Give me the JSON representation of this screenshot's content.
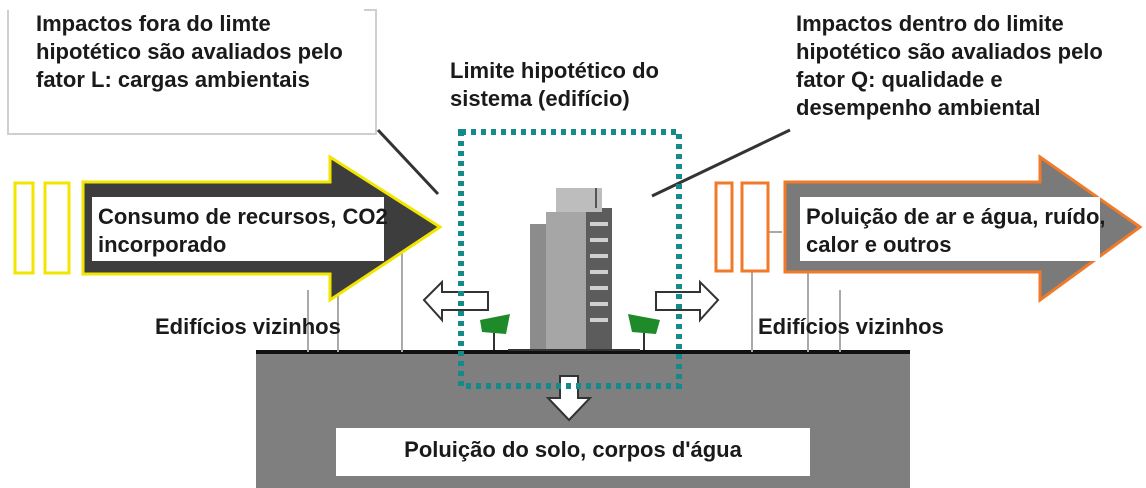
{
  "notes": {
    "outside_boundary": "Impactos fora do limte hipotético são avaliados pelo fator L: cargas ambientais",
    "inside_boundary": "Impactos dentro do limite hipotético são avaliados pelo fator Q: qualidade e desempenho ambiental",
    "boundary_label": "Limite hipotético do sistema (edifício)"
  },
  "flows": {
    "input": "Consumo de recursos, CO2 incorporado",
    "output": "Poluição de ar e água, ruído, calor e outros",
    "soil": "Poluição do solo, corpos d'água"
  },
  "neighbors": {
    "left": "Edifícios vizinhos",
    "right": "Edifícios vizinhos"
  },
  "colors": {
    "input_arrow_fill": "#3d3d3d",
    "input_arrow_border": "#f2e600",
    "output_arrow_fill": "#7a7a7a",
    "output_arrow_border": "#f07a2a",
    "boundary": "#168a8a",
    "ground": "#7f7f7f",
    "tree": "#1f8a2a"
  }
}
